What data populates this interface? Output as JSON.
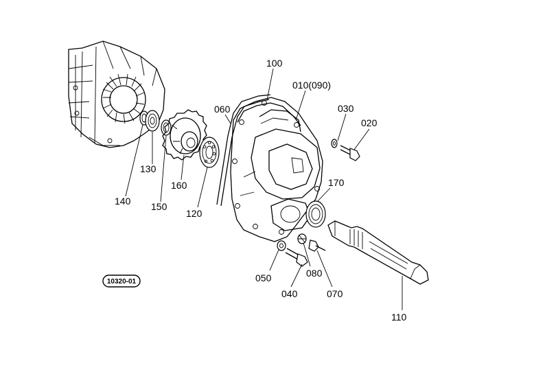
{
  "diagram": {
    "reference_code": "10320-01",
    "callouts": {
      "c100": "100",
      "c010": "010(090)",
      "c060": "060",
      "c030": "030",
      "c020": "020",
      "c170": "170",
      "c130": "130",
      "c140": "140",
      "c150": "150",
      "c160": "160",
      "c120": "120",
      "c050": "050",
      "c080": "080",
      "c040": "040",
      "c070": "070",
      "c110": "110"
    }
  }
}
